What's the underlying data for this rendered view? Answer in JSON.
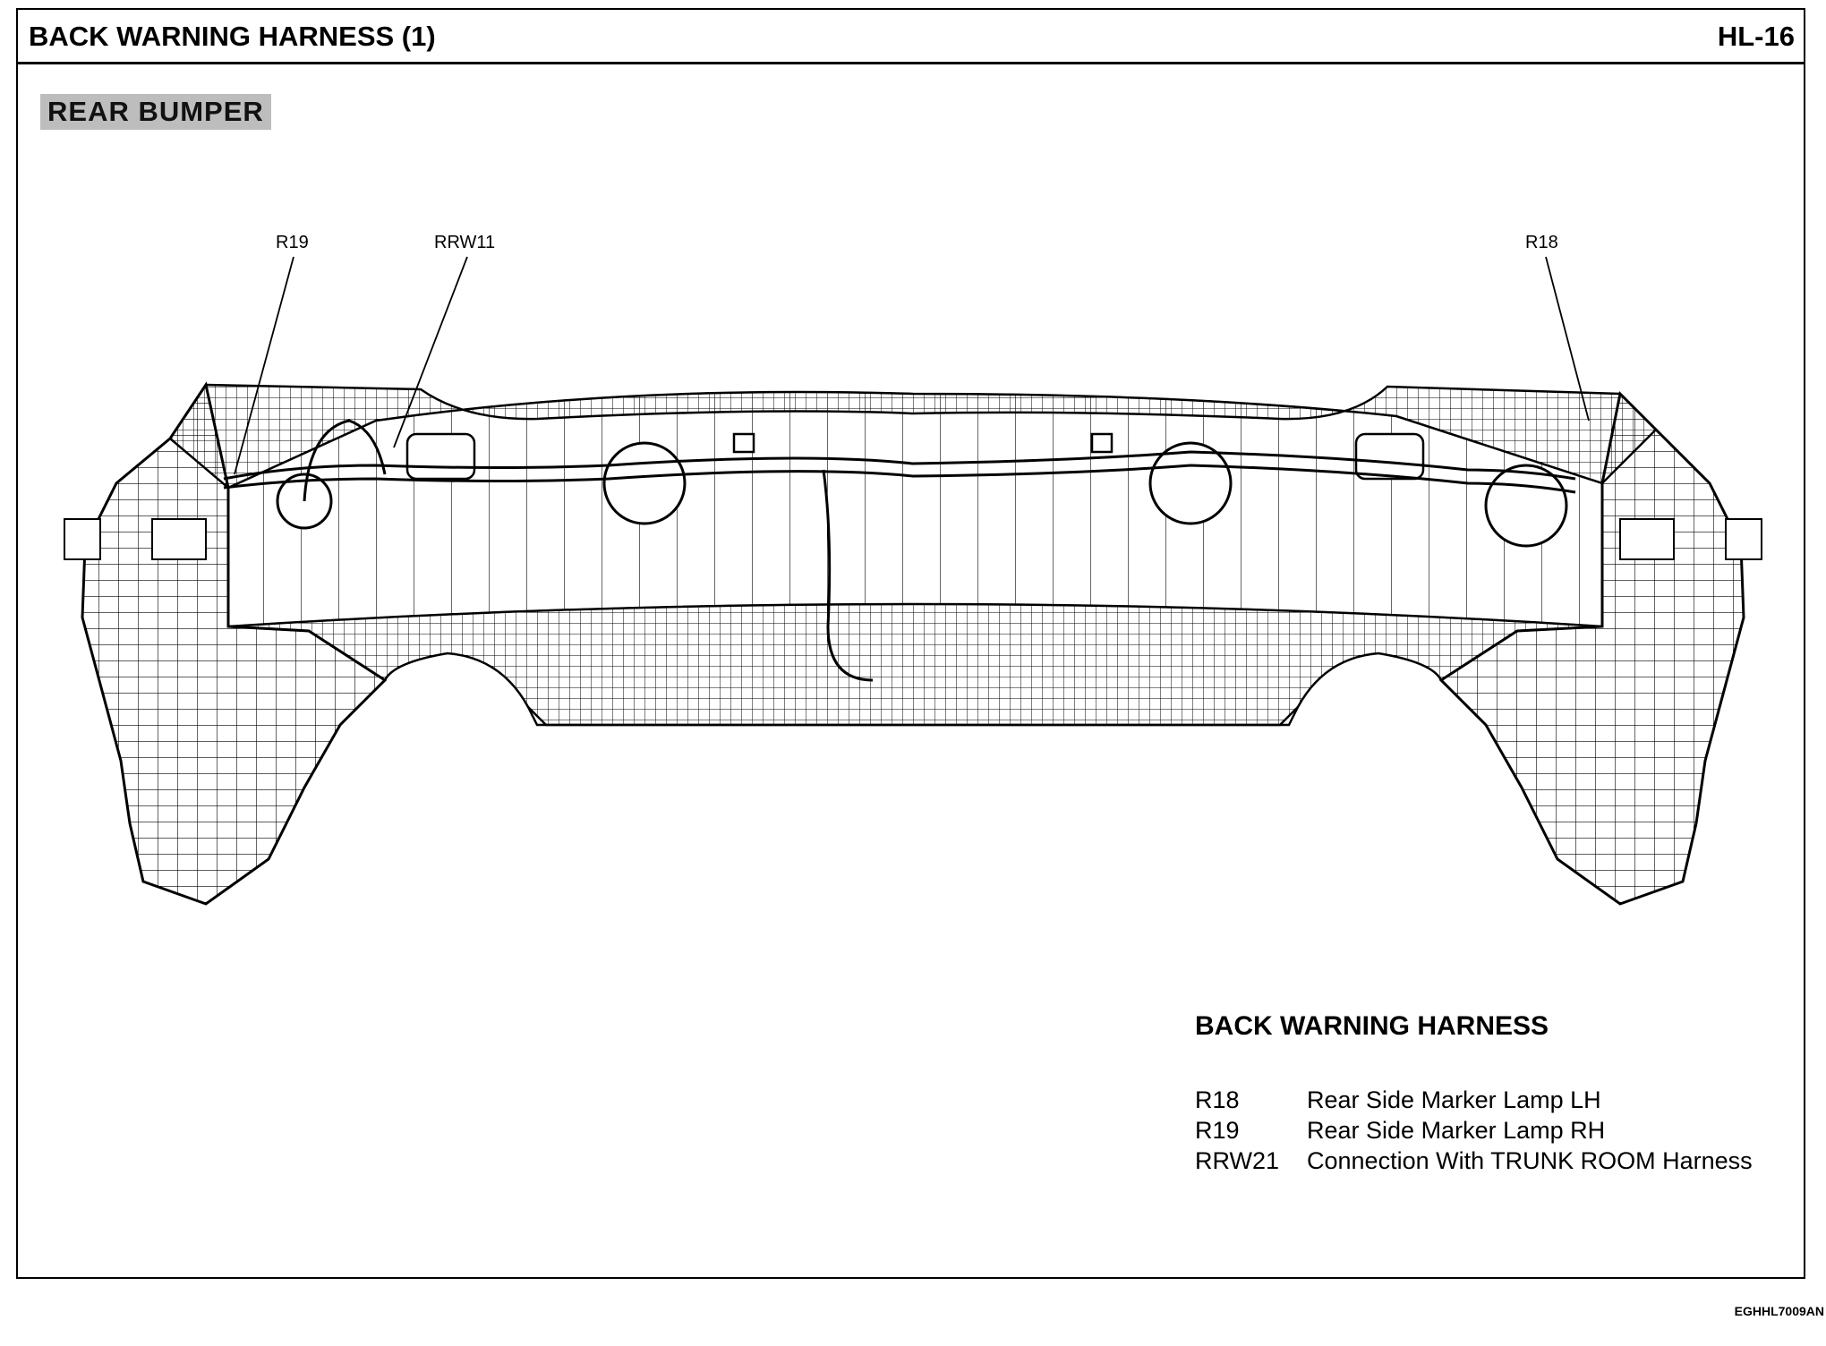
{
  "header": {
    "title": "BACK WARNING HARNESS (1)",
    "page": "HL-16"
  },
  "section_label": "REAR BUMPER",
  "callouts": {
    "r19": "R19",
    "rrw11": "RRW11",
    "r18": "R18"
  },
  "legend": {
    "title": "BACK WARNING HARNESS",
    "items": [
      {
        "code": "R18",
        "description": "Rear Side Marker Lamp LH"
      },
      {
        "code": "R19",
        "description": "Rear Side Marker Lamp RH"
      },
      {
        "code": "RRW21",
        "description": "Connection With TRUNK ROOM Harness"
      }
    ]
  },
  "figure_code": "EGHHL7009AN"
}
